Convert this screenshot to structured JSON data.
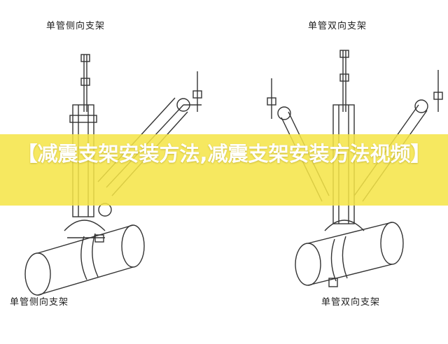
{
  "captions": {
    "top_left": "单管侧向支架",
    "top_right": "单管双向支架",
    "bottom_left": "单管侧向支架",
    "bottom_right": "单管双向支架"
  },
  "banner": {
    "title": "【减震支架安装方法,减震支架安装方法视频】"
  },
  "colors": {
    "banner": "#f4e446",
    "line": "#333333"
  }
}
